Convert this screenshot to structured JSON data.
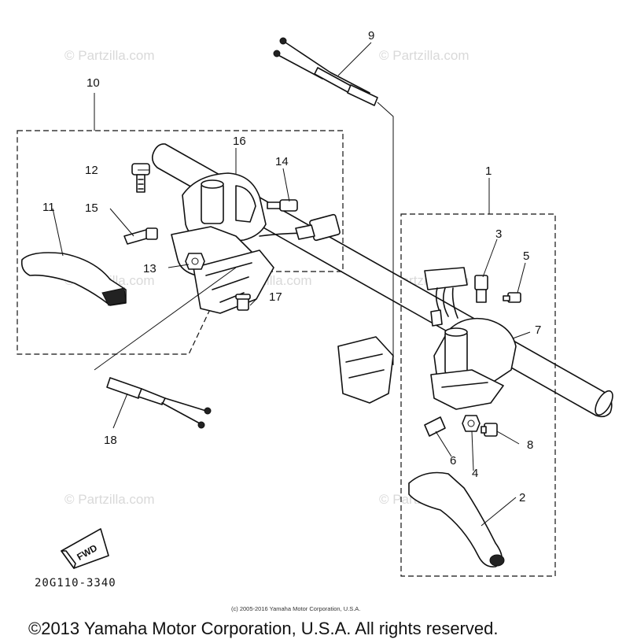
{
  "callouts": {
    "c1": "1",
    "c2": "2",
    "c3": "3",
    "c4": "4",
    "c5": "5",
    "c6": "6",
    "c7": "7",
    "c8": "8",
    "c9": "9",
    "c10": "10",
    "c11": "11",
    "c12": "12",
    "c13": "13",
    "c14": "14",
    "c15": "15",
    "c16": "16",
    "c17": "17",
    "c18": "18"
  },
  "watermarks": {
    "w1": "© Partzilla.com",
    "w2": "© Partzilla.com",
    "w3": "© Partzilla.com",
    "w4": "© Partzilla.com",
    "w5": "© Partzilla.com",
    "w6": "© Partzilla.com",
    "w7": "© Partzilla.com"
  },
  "direction_marker": "FWD",
  "part_number": "20G110-3340",
  "credit_small": "(c) 2005-2016 Yamaha Motor Corporation, U.S.A.",
  "copyright": "©2013 Yamaha Motor Corporation, U.S.A. All rights reserved.",
  "colors": {
    "ink": "#111111",
    "watermark": "#d9d9d9",
    "background": "#ffffff"
  }
}
